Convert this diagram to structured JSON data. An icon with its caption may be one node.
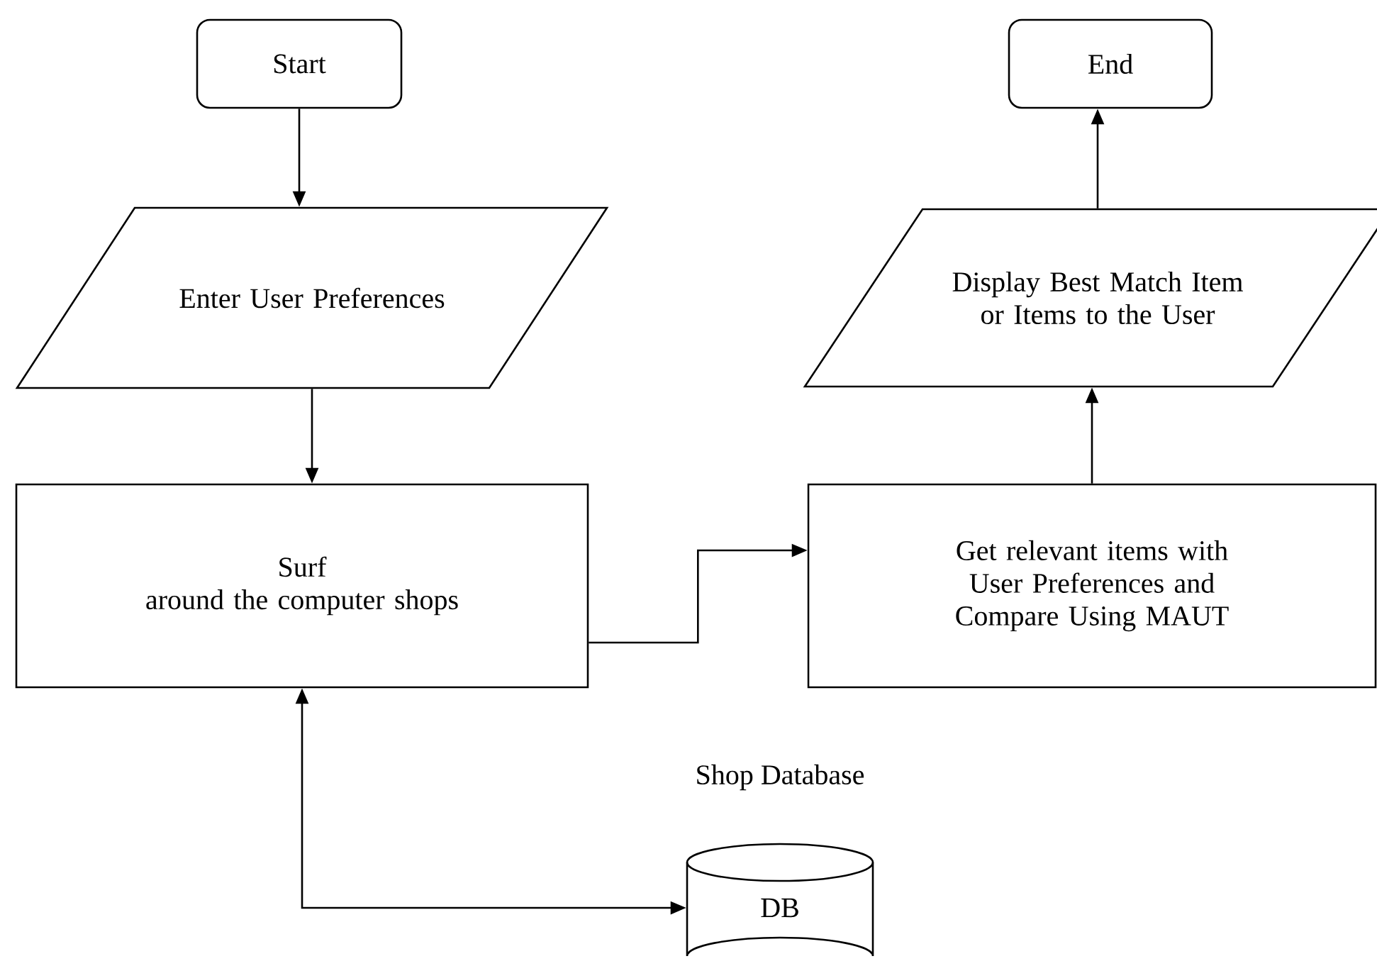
{
  "diagram": {
    "nodes": [
      {
        "text": [
          "Start"
        ]
      },
      {
        "text": [
          "Enter User Preferences"
        ]
      },
      {
        "text": [
          "Surf",
          "around the computer shops"
        ]
      },
      {
        "text": [
          "Get relevant items with User Preferences and Compare Using MAUT"
        ]
      },
      {
        "text": [
          "Display Best Match Item or Items to the User"
        ]
      },
      {
        "text": [
          "End"
        ]
      },
      {
        "text": [
          "DB"
        ],
        "beside": [
          "Shop Database"
        ]
      }
    ],
    "edges": [
      {
        "from": 0,
        "to": 1,
        "arrow": "to"
      },
      {
        "from": 1,
        "to": 2,
        "arrow": "to"
      },
      {
        "from": 2,
        "to": 3,
        "arrow": "to"
      },
      {
        "from": 3,
        "to": 4,
        "arrow": "to"
      },
      {
        "from": 4,
        "to": 5,
        "arrow": "to"
      },
      {
        "from": 2,
        "to": 6,
        "arrow": "both"
      }
    ]
  }
}
